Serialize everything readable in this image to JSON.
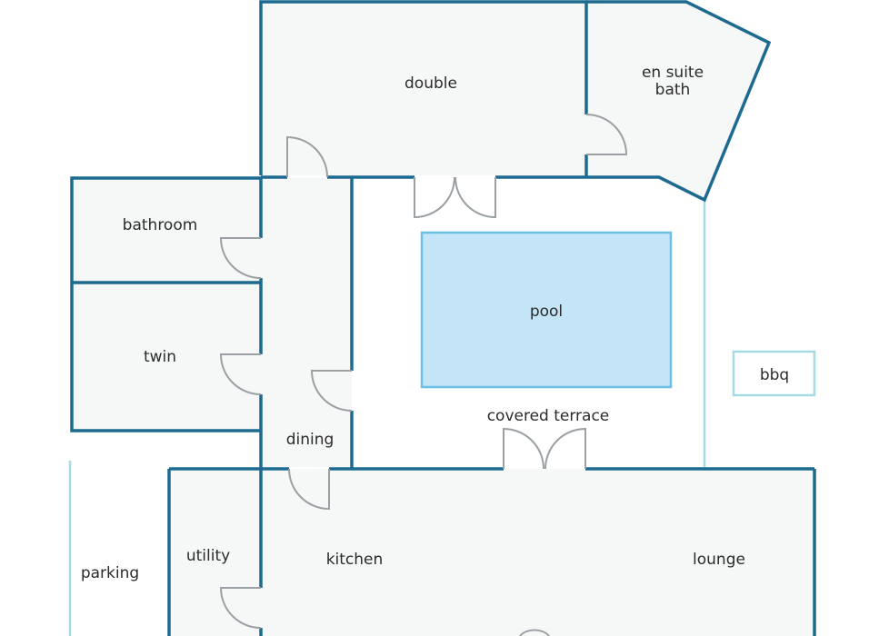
{
  "rooms": {
    "double": "double",
    "ensuite_line1": "en suite",
    "ensuite_line2": "bath",
    "bathroom": "bathroom",
    "twin": "twin",
    "dining": "dining",
    "pool": "pool",
    "covered_terrace": "covered terrace",
    "bbq": "bbq",
    "utility": "utility",
    "kitchen": "kitchen",
    "lounge": "lounge",
    "parking": "parking"
  },
  "colors": {
    "wall": "#1d6a91",
    "room_fill": "#f6f7f7",
    "pool_fill": "#c4e4f7",
    "pool_border": "#6cc0e6",
    "door": "#9aa0a3",
    "light_line": "#a6dbe3"
  }
}
